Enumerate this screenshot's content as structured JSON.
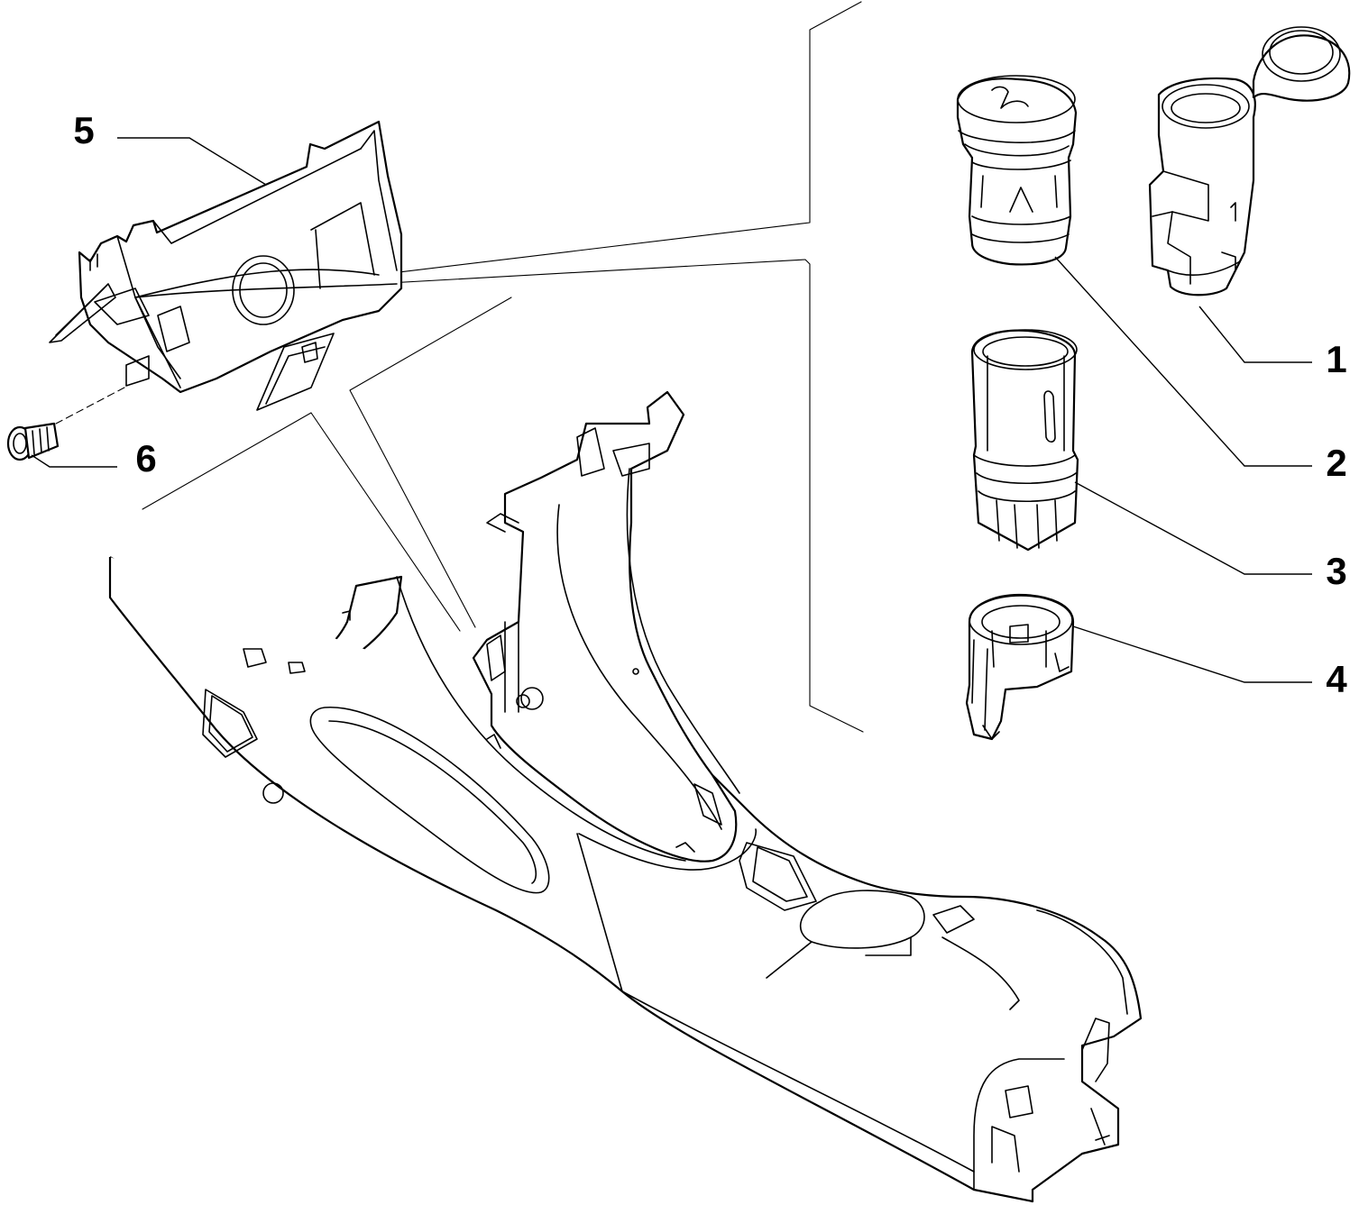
{
  "callouts": [
    {
      "id": "1",
      "label": "1"
    },
    {
      "id": "2",
      "label": "2"
    },
    {
      "id": "3",
      "label": "3"
    },
    {
      "id": "4",
      "label": "4"
    },
    {
      "id": "5",
      "label": "5"
    },
    {
      "id": "6",
      "label": "6"
    }
  ],
  "colors": {
    "line": "#000000",
    "background": "#ffffff"
  }
}
